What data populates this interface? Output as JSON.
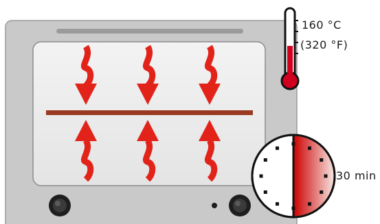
{
  "temperature": {
    "celsius_label": "160 °C",
    "fahrenheit_label": "(320 °F)",
    "fill_fraction": 0.5
  },
  "timer": {
    "label": "30 min",
    "elapsed_fraction": 0.5
  },
  "heat": {
    "top_arrows": 3,
    "bottom_arrows": 3
  },
  "colors": {
    "oven_body": "#c9c9c9",
    "window": "#ededed",
    "arrow": "#e2231a",
    "rack": "#9b3a22",
    "thermometer": "#d1001f",
    "timer_gradient_start": "#cc0000",
    "timer_gradient_end": "#f6e1de"
  },
  "icons": [
    "thermometer-icon",
    "timer-icon",
    "oven-knob-icon"
  ]
}
